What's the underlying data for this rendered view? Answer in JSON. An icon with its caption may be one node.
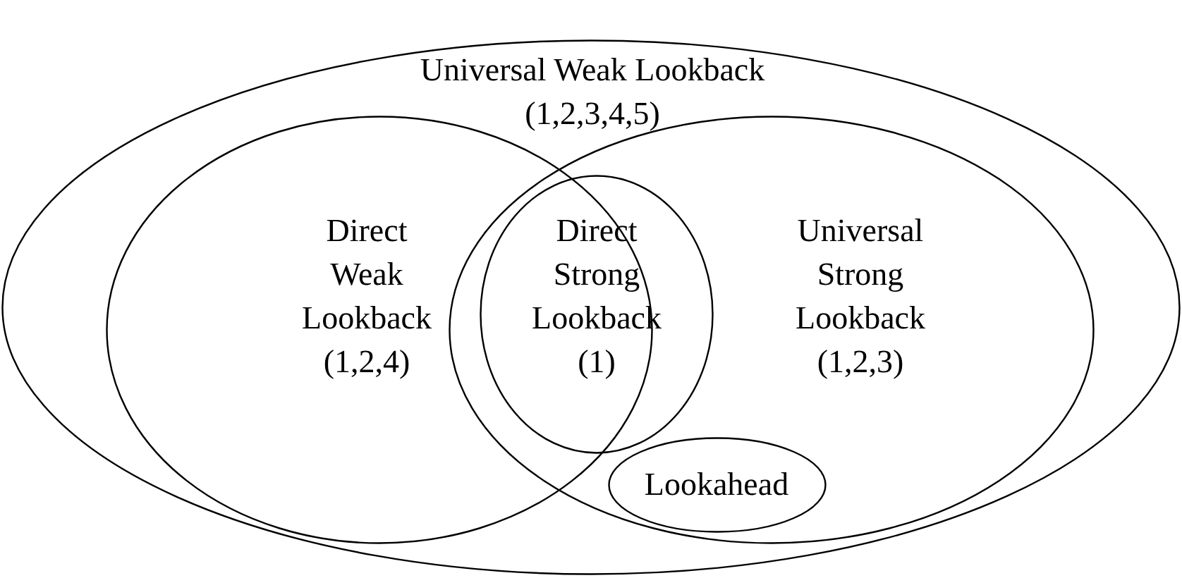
{
  "diagram": {
    "nodes": [
      {
        "text": [
          "Universal Weak Lookback",
          "(1,2,3,4,5)"
        ]
      },
      {
        "text": [
          "Direct Weak Lookback",
          "(1,2,4)"
        ],
        "in": 0
      },
      {
        "text": [
          "Universal Strong Lookback",
          "(1,2,3)"
        ],
        "in": 0
      },
      {
        "text": [
          "Direct Strong Lookback",
          "(1)"
        ],
        "in": 2
      },
      {
        "text": [
          "Lookahead"
        ],
        "in": 2
      }
    ]
  }
}
